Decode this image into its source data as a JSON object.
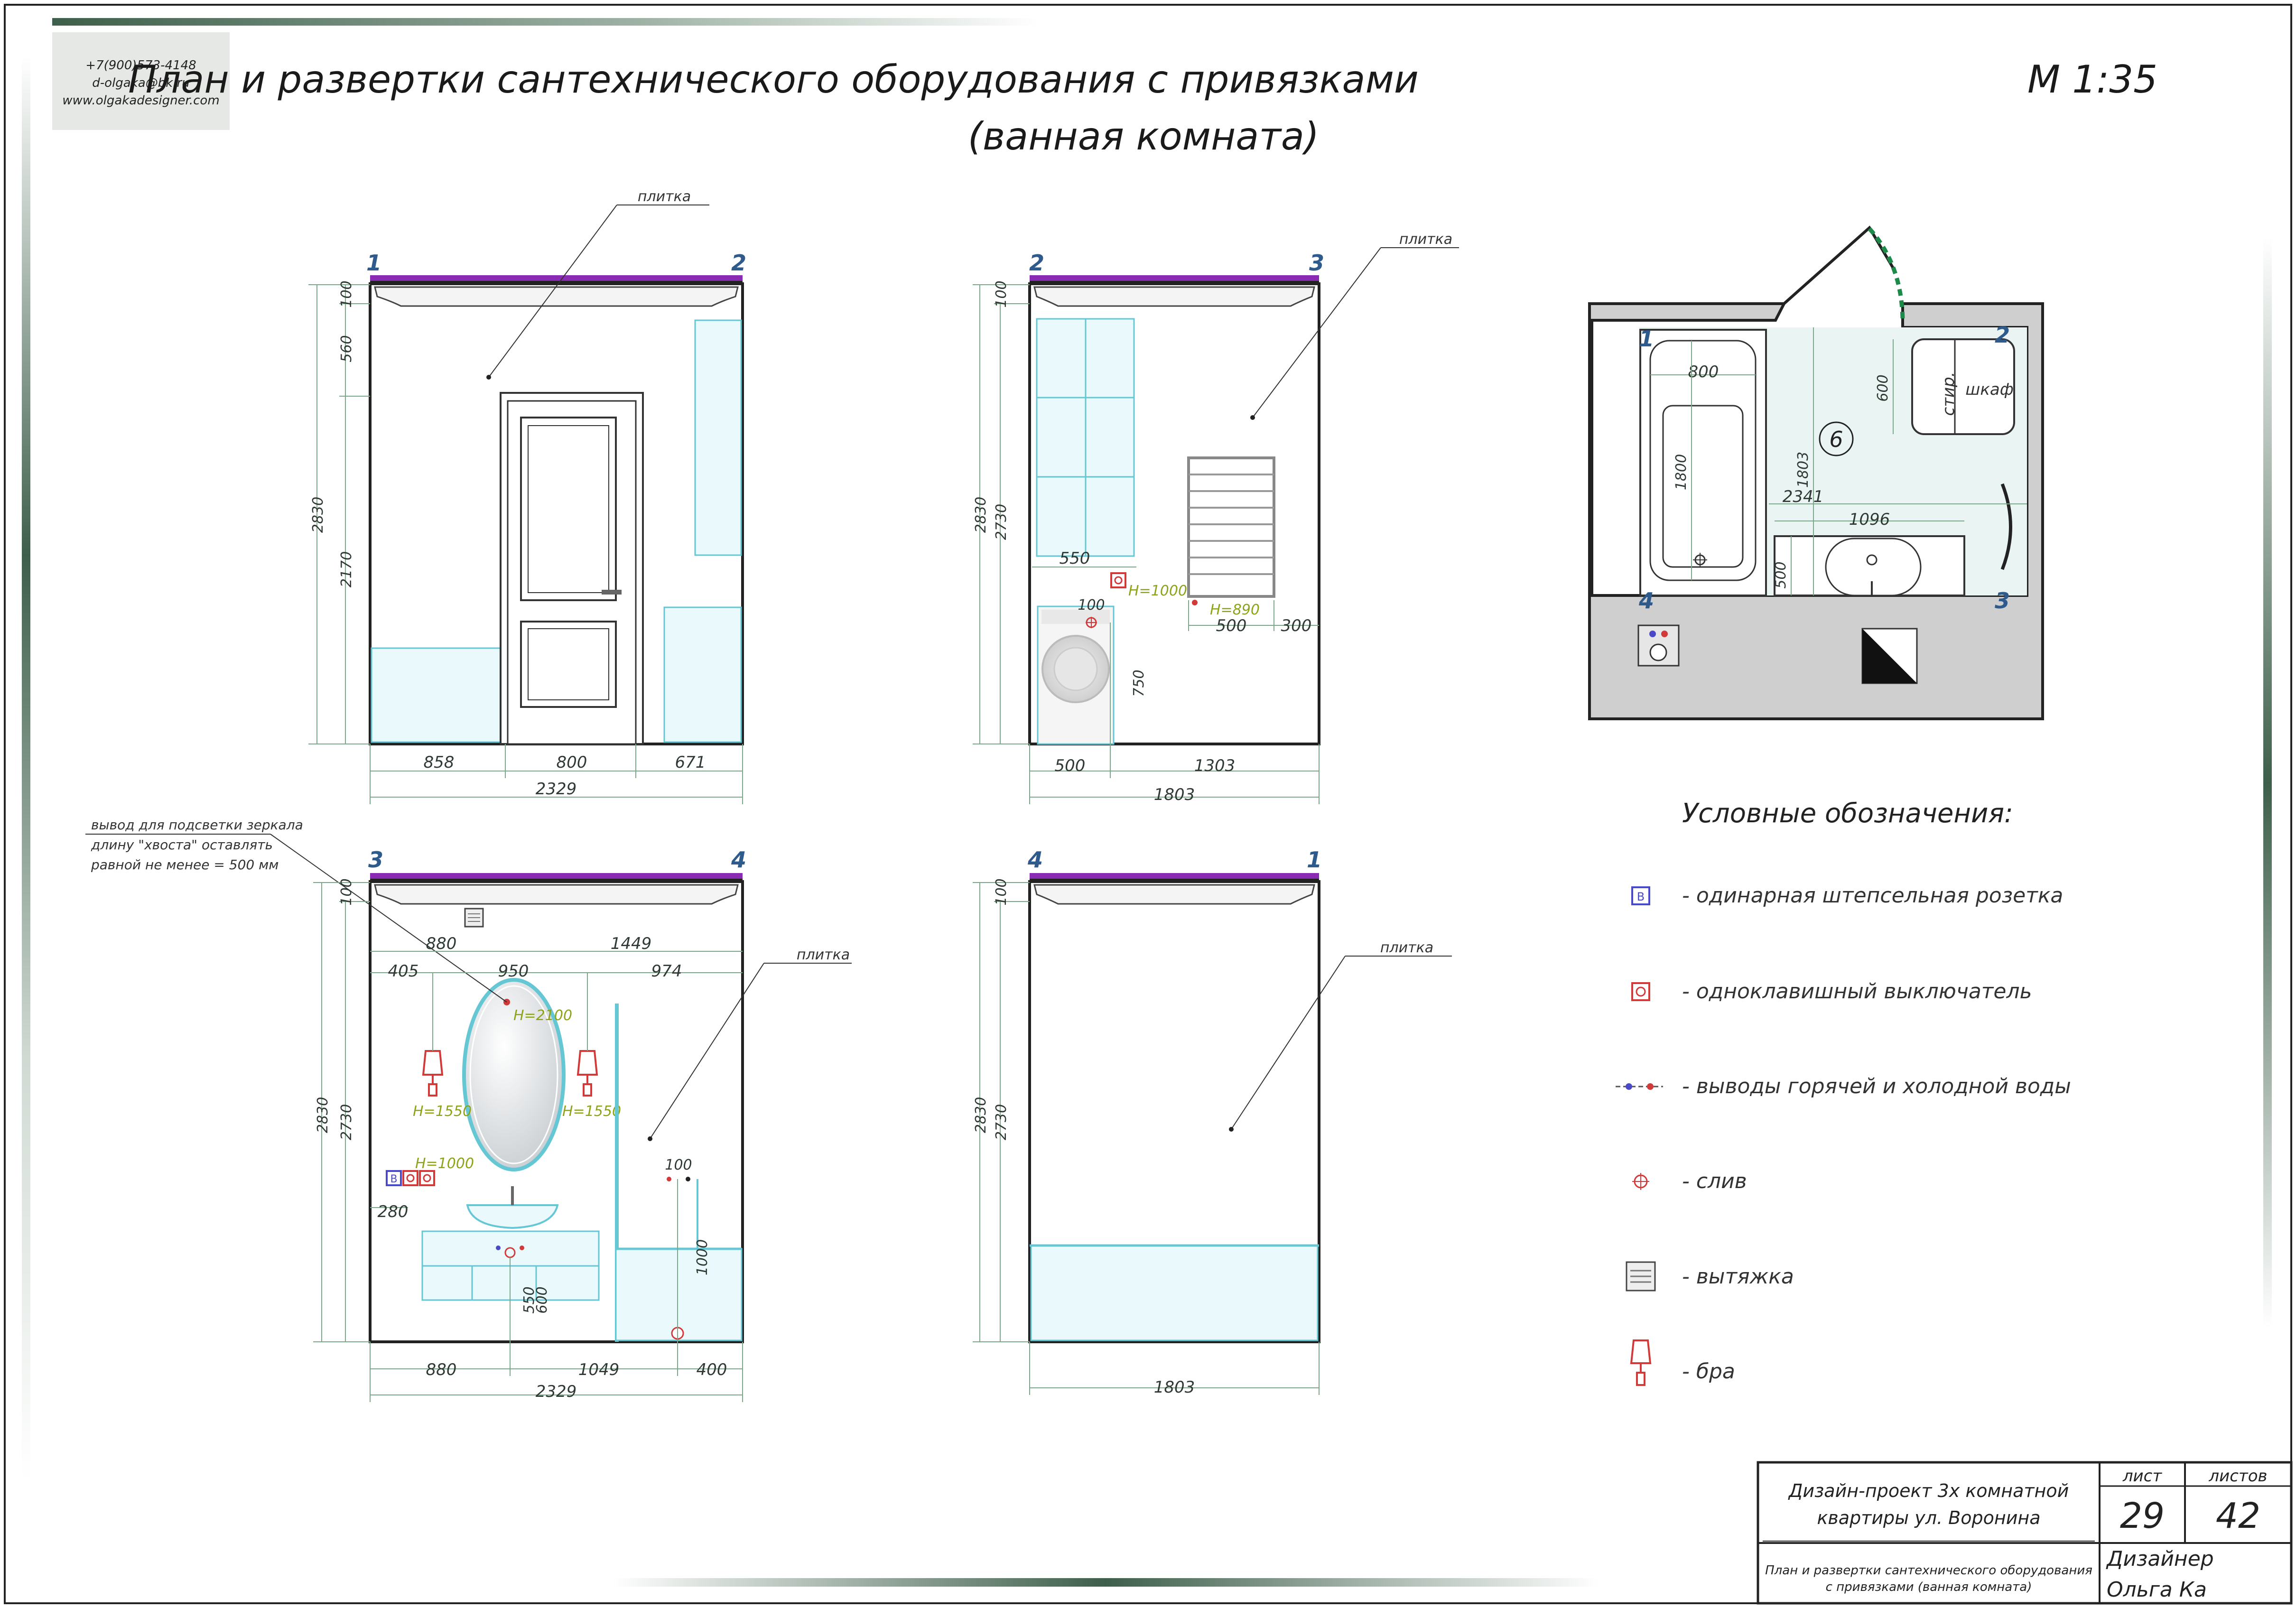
{
  "contacts": {
    "phone": "+7(900)573-4148",
    "email": "d-olgaka@bk.ru",
    "site": "www.olgakadesigner.com"
  },
  "title": {
    "line1": "План и развертки сантехнического оборудования с привязками",
    "line2": "(ванная комната)",
    "scale": "М 1:35"
  },
  "tile_label": "плитка",
  "elevations": {
    "e12": {
      "corner_left": "1",
      "corner_right": "2",
      "v_total": "2830",
      "v_top": "100",
      "v_mid": "560",
      "v_low": "2170",
      "h_a": "858",
      "h_b": "800",
      "h_c": "671",
      "h_total": "2329"
    },
    "e23": {
      "corner_left": "2",
      "corner_right": "3",
      "v_total": "2830",
      "v_inner": "2730",
      "v_top": "100",
      "h_cab": "550",
      "h_switch": "H=1000",
      "h_small": "100",
      "h_rail": "H=890",
      "h_rail_w": "500",
      "h_rail_r": "300",
      "v_wm": "750",
      "h_wm": "500",
      "h_rest": "1303",
      "h_total": "1803"
    },
    "e34": {
      "corner_left": "3",
      "corner_right": "4",
      "note_lines": [
        "вывод для подсветки зеркала",
        "длину \"хвоста\" оставлять",
        "равной не менее = 500 мм"
      ],
      "v_total": "2830",
      "v_inner": "2730",
      "v_top": "100",
      "h_880_top": "880",
      "h_1449": "1449",
      "h_405": "405",
      "h_950": "950",
      "h_974": "974",
      "h_mirror": "H=2100",
      "h_sconce_l": "H=1550",
      "h_sconce_r": "H=1550",
      "h_socket": "H=1000",
      "h_280": "280",
      "h_100": "100",
      "v_550": "550",
      "v_600": "600",
      "v_1000": "1000",
      "h_880": "880",
      "h_1049": "1049",
      "h_400": "400",
      "h_total": "2329"
    },
    "e41": {
      "corner_left": "4",
      "corner_right": "1",
      "v_total": "2830",
      "v_inner": "2730",
      "v_top": "100",
      "h_total": "1803"
    }
  },
  "plan": {
    "c1": "1",
    "c2": "2",
    "c3": "3",
    "c4": "4",
    "bath_w": "800",
    "bath_l": "1800",
    "room_h": "1803",
    "w600": "600",
    "room_w": "2341",
    "w1096": "1096",
    "w500": "500",
    "room_no": "6",
    "label_stir": "стир.",
    "label_shkaf": "шкаф"
  },
  "legend": {
    "title": "Условные обозначения:",
    "items": [
      "- одинарная штепсельная розетка",
      "- одноклавишный выключатель",
      "- выводы горячей и холодной воды",
      "- слив",
      "- вытяжка",
      "- бра"
    ]
  },
  "stamp": {
    "project_l1": "Дизайн-проект 3х комнатной",
    "project_l2": "квартиры ул. Воронина",
    "sheet_label": "лист",
    "sheets_label": "листов",
    "sheet_no": "29",
    "sheets_no": "42",
    "desc_l1": "План и развертки сантехнического оборудования",
    "desc_l2": "с привязками (ванная комната)",
    "designer_label": "Дизайнер",
    "designer_name": "Ольга Ка"
  },
  "colors": {
    "frame": "#222222",
    "dimension": "#7aa889",
    "tile_fill": "#eaf9fb",
    "tile_stroke": "#66c7d4",
    "ceiling": "#8a2bb3",
    "corner_numbers": "#2e5a8c",
    "height_labels": "#8fa31a",
    "switch": "#d23a3a",
    "socket": "#4a4ac8"
  }
}
